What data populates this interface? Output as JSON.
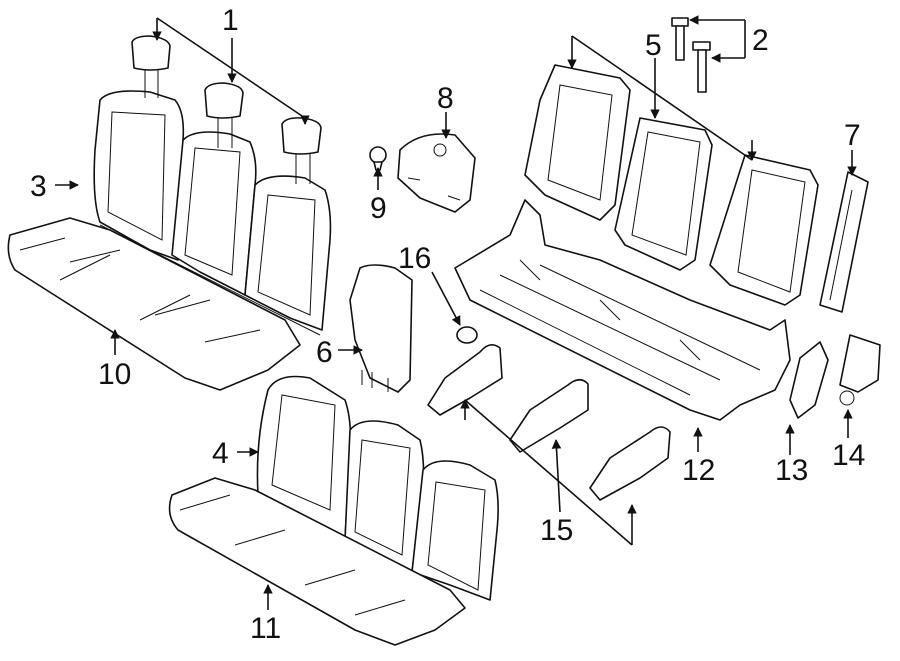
{
  "diagram": {
    "callouts": [
      {
        "id": "c1",
        "label": "1"
      },
      {
        "id": "c2",
        "label": "2"
      },
      {
        "id": "c3",
        "label": "3"
      },
      {
        "id": "c4",
        "label": "4"
      },
      {
        "id": "c5",
        "label": "5"
      },
      {
        "id": "c6",
        "label": "6"
      },
      {
        "id": "c7",
        "label": "7"
      },
      {
        "id": "c8",
        "label": "8"
      },
      {
        "id": "c9",
        "label": "9"
      },
      {
        "id": "c10",
        "label": "10"
      },
      {
        "id": "c11",
        "label": "11"
      },
      {
        "id": "c12",
        "label": "12"
      },
      {
        "id": "c13",
        "label": "13"
      },
      {
        "id": "c14",
        "label": "14"
      },
      {
        "id": "c15",
        "label": "15"
      },
      {
        "id": "c16",
        "label": "16"
      }
    ],
    "colors": {
      "line": "#111111",
      "background": "#ffffff"
    }
  }
}
